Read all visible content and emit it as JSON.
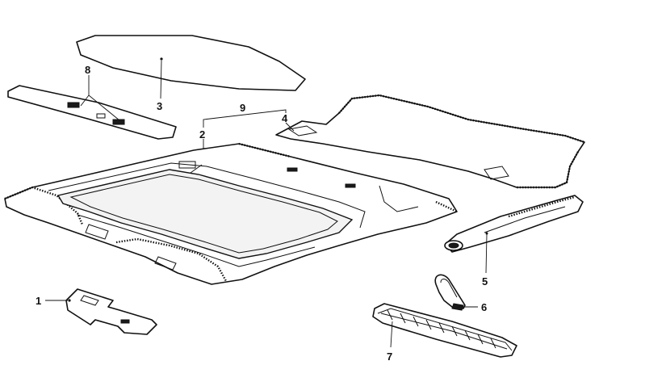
{
  "callouts": [
    {
      "id": "1",
      "text": "1",
      "part": "bracket"
    },
    {
      "id": "2",
      "text": "2",
      "part": "headliner"
    },
    {
      "id": "3",
      "text": "3",
      "part": "sunroof-panel"
    },
    {
      "id": "4",
      "text": "4",
      "part": "rear-headliner"
    },
    {
      "id": "5",
      "text": "5",
      "part": "trim-roll"
    },
    {
      "id": "6",
      "text": "6",
      "part": "clip"
    },
    {
      "id": "7",
      "text": "7",
      "part": "vent-grille"
    },
    {
      "id": "8",
      "text": "8",
      "part": "strip-panel"
    },
    {
      "id": "9",
      "text": "9",
      "part": "headliner-set"
    }
  ],
  "colors": {
    "line": "#111111",
    "paper": "#ffffff"
  }
}
